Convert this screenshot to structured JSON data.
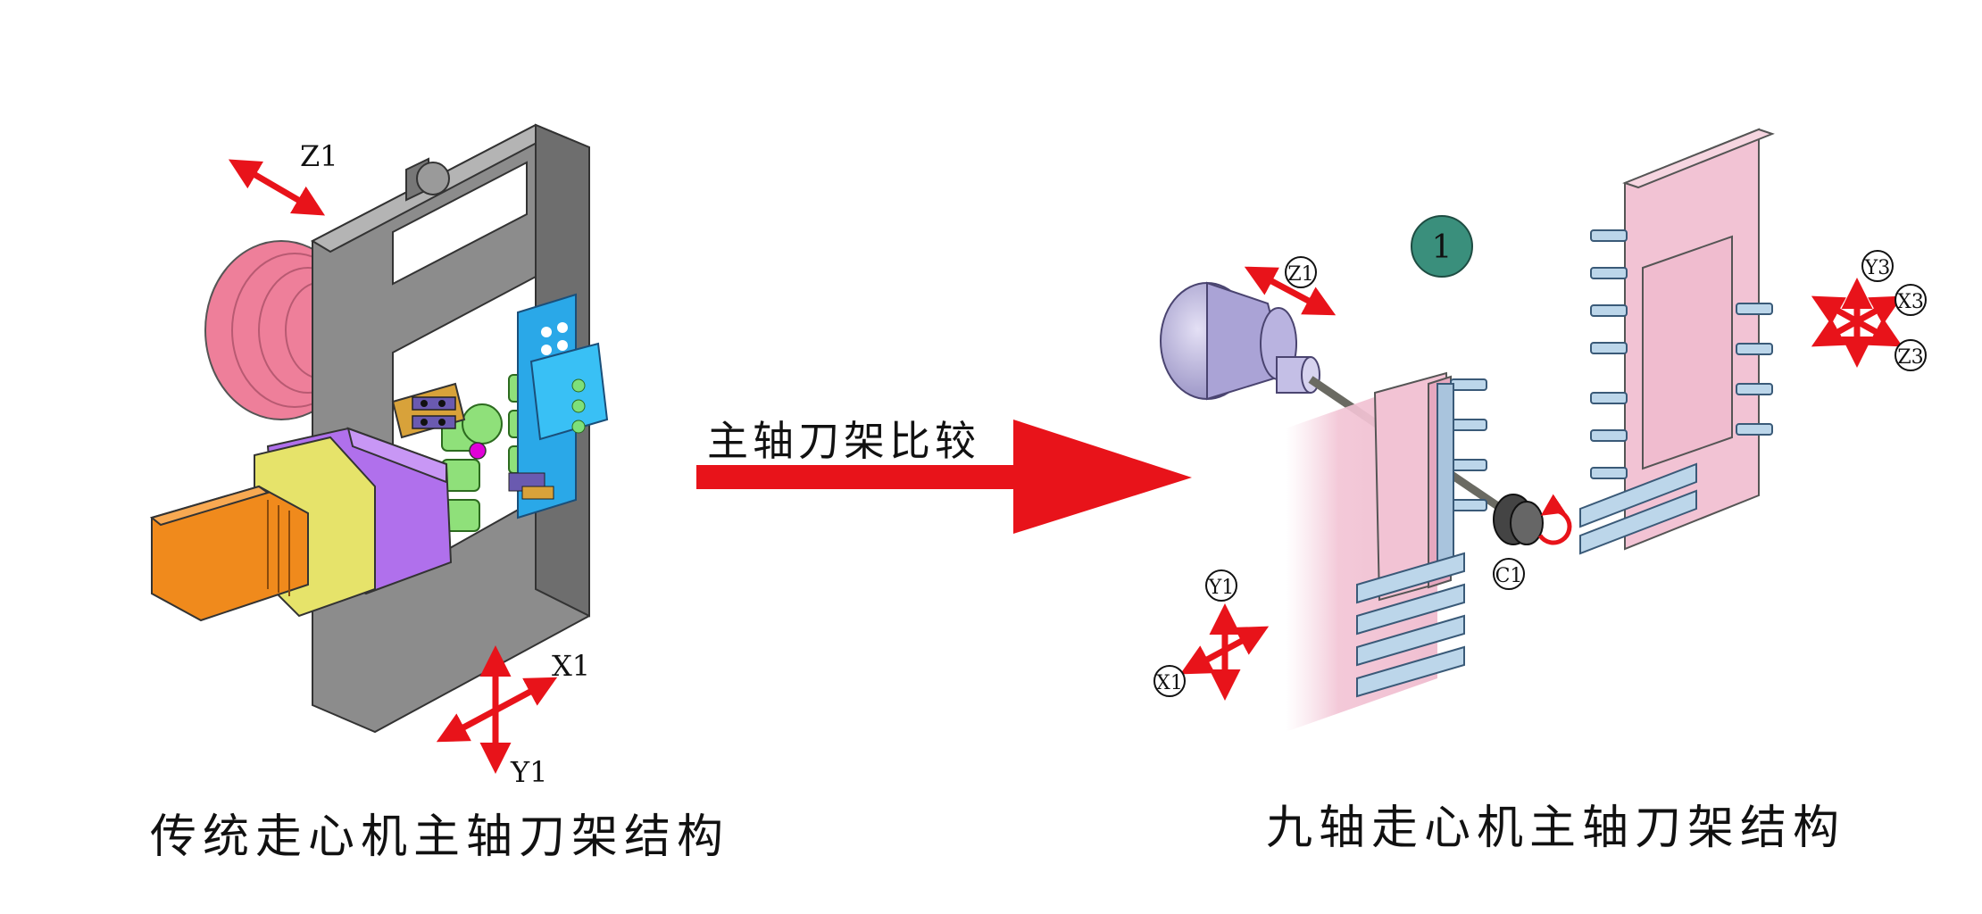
{
  "captions": {
    "left": "传统走心机主轴刀架结构",
    "right": "九轴走心机主轴刀架结构"
  },
  "arrow_label": "主轴刀架比较",
  "step_badge": "1",
  "axis_labels": {
    "left_z1": "Z1",
    "left_x1": "X1",
    "left_y1": "Y1",
    "right_z1": "Z1",
    "right_y1": "Y1",
    "right_x1": "X1",
    "right_c1": "C1",
    "right_y3": "Y3",
    "right_x3": "X3",
    "right_z3": "Z3"
  },
  "colors": {
    "arrow_red": "#e8131a",
    "frame_gray": "#8e8e8e",
    "badge_teal": "#3a8f7c",
    "tool_blue": "#bcd6ea",
    "slide_pink": "#f2c9d6"
  }
}
